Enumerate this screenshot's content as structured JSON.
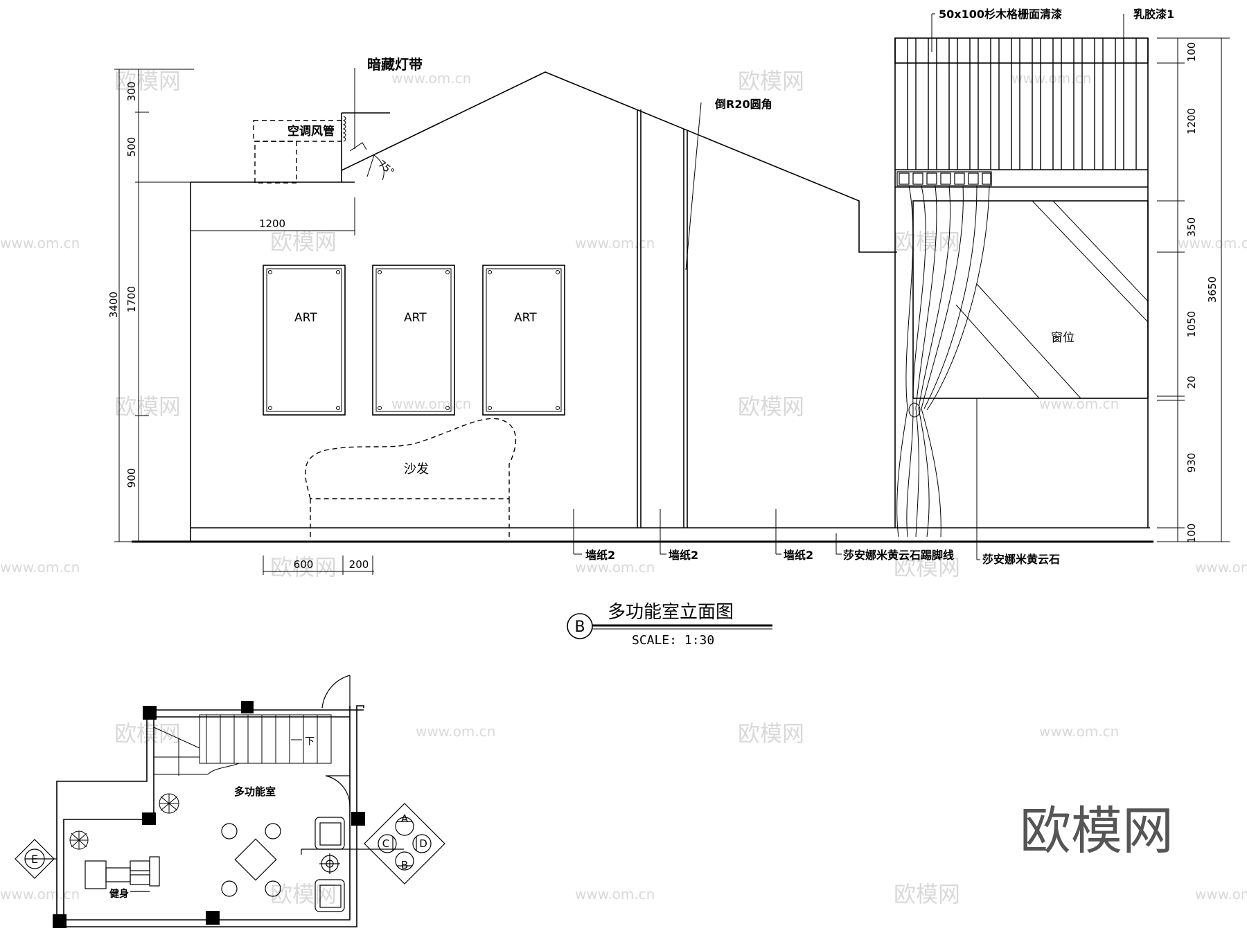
{
  "elevation": {
    "title": "多功能室立面图",
    "scale": "SCALE:  1:30",
    "marker": "B",
    "labels": {
      "light_strip": "暗藏灯带",
      "ac_duct": "空调风管",
      "angle": "75°",
      "round_corner": "倒R20圆角",
      "grille": "50x100杉木格栅面清漆",
      "latex_paint": "乳胶漆1",
      "art": "ART",
      "sofa": "沙发",
      "window": "窗位",
      "wallpaper": "墙纸2",
      "skirting": "莎安娜米黄云石踢脚线",
      "stone": "莎安娜米黄云石"
    },
    "dims_left": [
      "300",
      "500",
      "3400",
      "1700",
      "900"
    ],
    "dims_right": [
      "100",
      "1200",
      "350",
      "3650",
      "1050",
      "20",
      "930",
      "100"
    ],
    "dim_1200": "1200",
    "dims_bottom": [
      "600",
      "200"
    ]
  },
  "plan": {
    "room": "多功能室",
    "down": "下",
    "gym": "健身",
    "markers": [
      "A",
      "B",
      "C",
      "D",
      "E"
    ]
  },
  "watermark": {
    "brand": "欧模网",
    "url": "www.om.cn"
  }
}
